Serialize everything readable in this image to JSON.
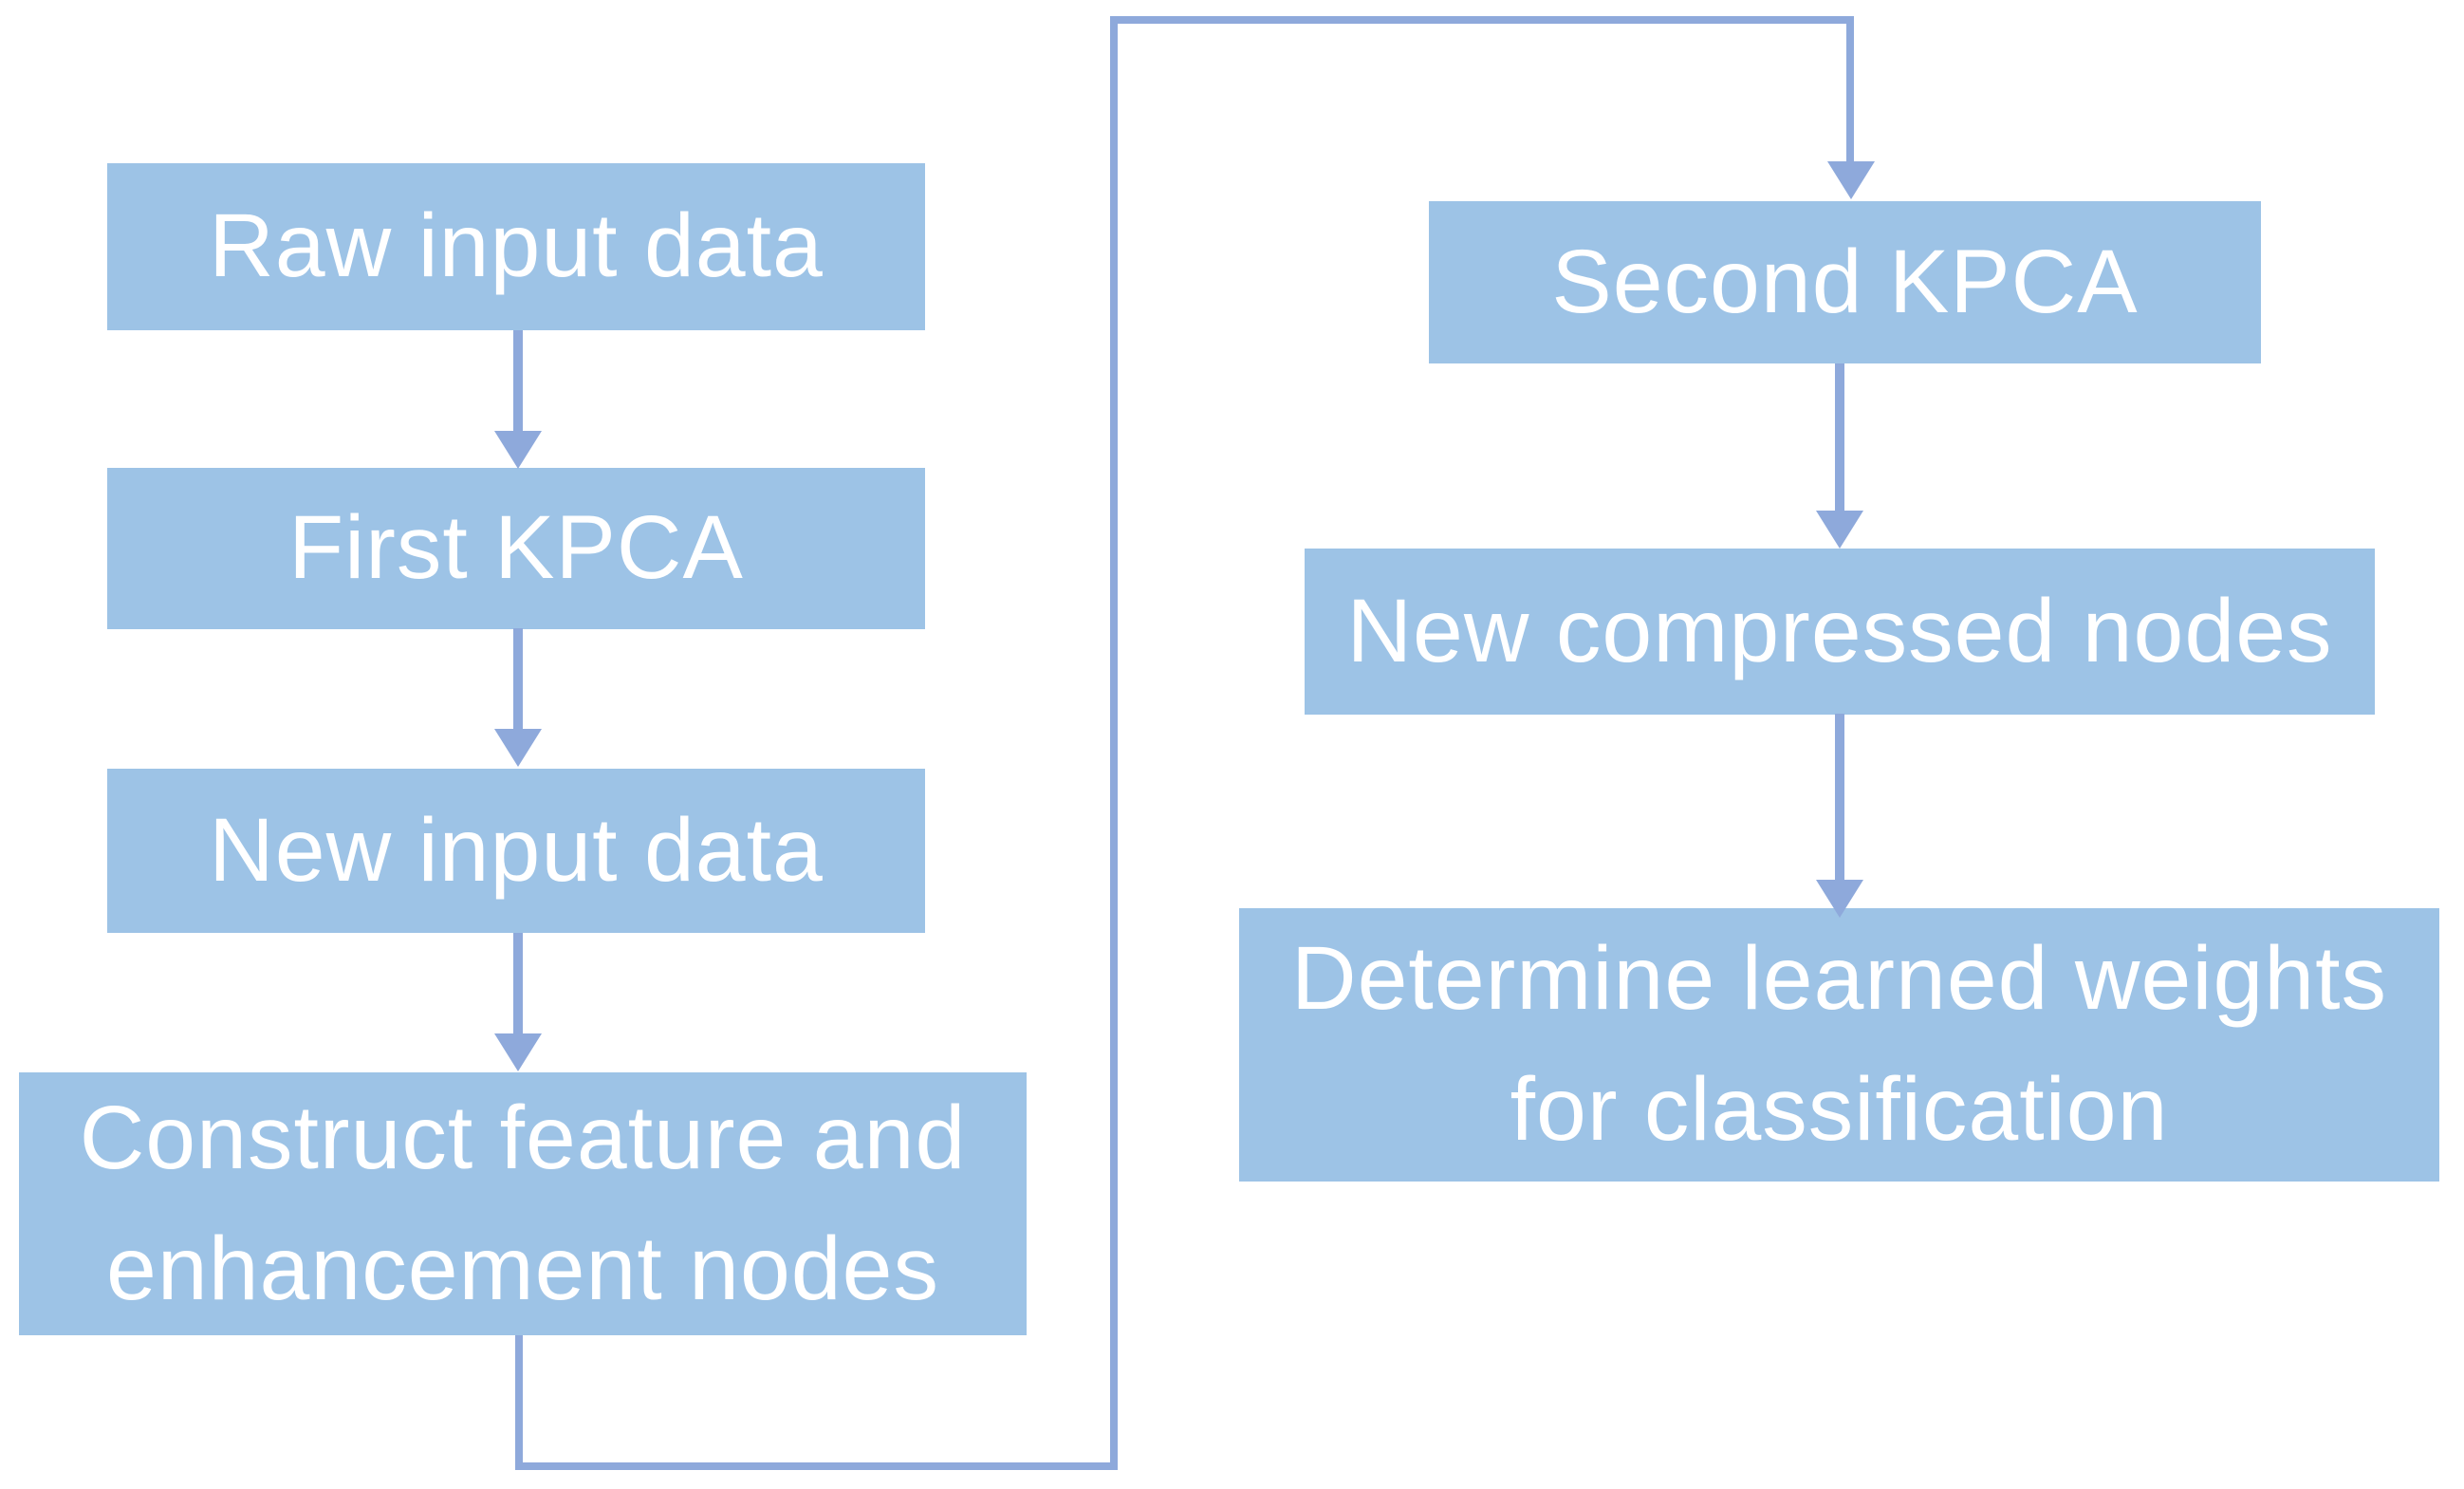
{
  "diagram": {
    "type": "flowchart",
    "colors": {
      "node_fill": "#9DC3E6",
      "connector": "#8EA9DB",
      "text": "#FFFFFF",
      "background": "#FFFFFF"
    },
    "nodes": {
      "raw_input": {
        "label": "Raw input data"
      },
      "first_kpca": {
        "label": "First KPCA"
      },
      "new_input": {
        "label": "New input data"
      },
      "construct": {
        "label": "Construct feature and enhancement nodes"
      },
      "second_kpca": {
        "label": "Second KPCA"
      },
      "new_compressed": {
        "label": "New compressed nodes"
      },
      "determine": {
        "label": "Determine learned weights for classification"
      }
    },
    "edges": [
      {
        "from": "raw_input",
        "to": "first_kpca",
        "style": "straight-arrow"
      },
      {
        "from": "first_kpca",
        "to": "new_input",
        "style": "straight-arrow"
      },
      {
        "from": "new_input",
        "to": "construct",
        "style": "straight-arrow"
      },
      {
        "from": "construct",
        "to": "second_kpca",
        "style": "elbow-arrow-down-right-up-right-down"
      },
      {
        "from": "second_kpca",
        "to": "new_compressed",
        "style": "straight-arrow"
      },
      {
        "from": "new_compressed",
        "to": "determine",
        "style": "straight-arrow"
      }
    ]
  }
}
